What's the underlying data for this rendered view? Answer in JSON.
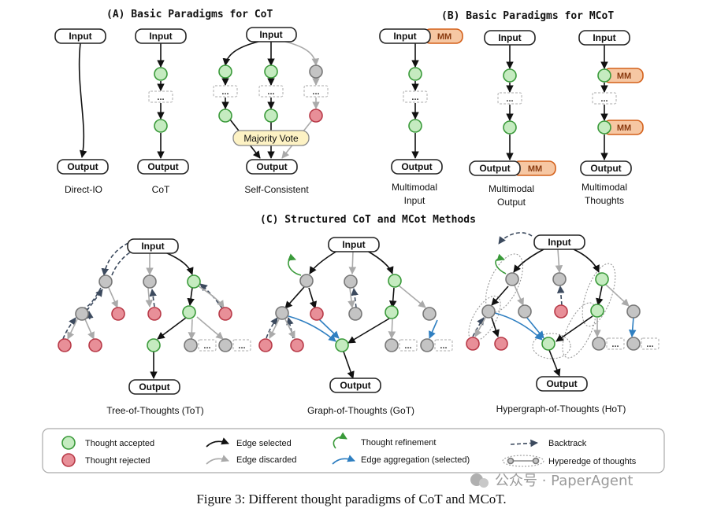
{
  "sections": {
    "a_title": "(A) Basic Paradigms for CoT",
    "b_title": "(B) Basic Paradigms for MCoT",
    "c_title": "(C) Structured CoT and MCot Methods"
  },
  "nodes": {
    "input": "Input",
    "output": "Output",
    "mm": "MM",
    "ellipsis": "...",
    "majority_vote": "Majority Vote"
  },
  "paradigms": {
    "direct_io": "Direct-IO",
    "cot": "CoT",
    "self_consistent": "Self-Consistent",
    "mm_input_1": "Multimodal",
    "mm_input_2": "Input",
    "mm_output_1": "Multimodal",
    "mm_output_2": "Output",
    "mm_thoughts_1": "Multimodal",
    "mm_thoughts_2": "Thoughts",
    "tot": "Tree-of-Thoughts (ToT)",
    "got": "Graph-of-Thoughts (GoT)",
    "hot": "Hypergraph-of-Thoughts (HoT)"
  },
  "legend": {
    "accepted": "Thought accepted",
    "rejected": "Thought rejected",
    "selected": "Edge selected",
    "discarded": "Edge discarded",
    "refinement": "Thought refinement",
    "aggregation": "Edge aggregation (selected)",
    "backtrack": "Backtrack",
    "hyperedge": "Hyperedge of thoughts"
  },
  "caption": "Figure 3: Different thought paradigms of CoT and MCoT.",
  "watermark": "公众号 · PaperAgent",
  "colors": {
    "accepted_fill": "#c5ebc0",
    "accepted_stroke": "#3a9a3a",
    "rejected_fill": "#e88f98",
    "rejected_stroke": "#b83a48",
    "neutral_fill": "#c4c4c4",
    "mm_fill": "#f6c7a3",
    "mm_stroke": "#d4601a",
    "aggregation_edge": "#2f7fc1",
    "discarded_edge": "#aaaaaa",
    "vote_fill": "#fdf2c4"
  }
}
